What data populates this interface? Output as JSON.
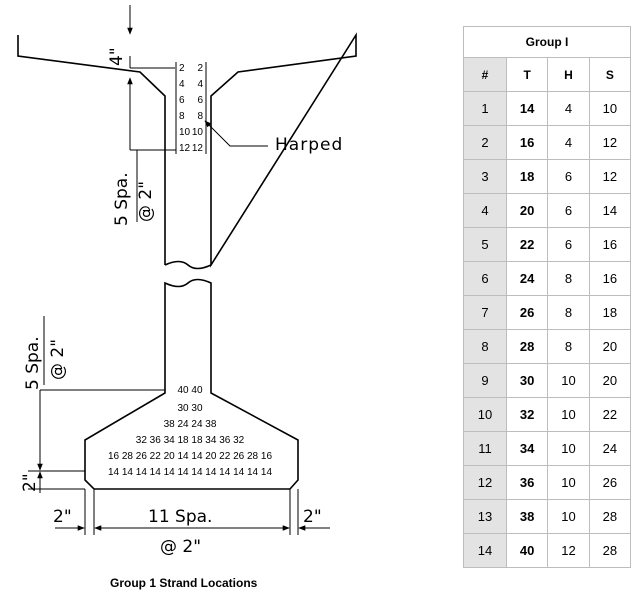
{
  "diagram": {
    "harped_label": "Harped",
    "dim_top": "4\"",
    "dim_top_spa": "5 Spa.",
    "dim_top_at": "@ 2\"",
    "dim_bot_spa": "5 Spa.",
    "dim_bot_at": "@ 2\"",
    "dim_bot_2": "2\"",
    "dim_left_2": "2\"",
    "dim_right_2": "2\"",
    "dim_base_spa": "11 Spa.",
    "dim_base_at": "@ 2\"",
    "top_left_col": [
      "2",
      "4",
      "6",
      "8",
      "10",
      "12"
    ],
    "top_right_col": [
      "2",
      "4",
      "6",
      "8",
      "10",
      "12"
    ],
    "bottom_rows": [
      "40 40",
      "30 30",
      "38 24 24 38",
      "32 36 34 18 18 34 36 32",
      "16 28 26 22 20 14 14 20 22 26 28 16",
      "14 14 14 14 14 14 14 14 14 14 14 14"
    ]
  },
  "caption": "Group 1 Strand Locations",
  "table": {
    "title": "Group I",
    "headers": [
      "#",
      "T",
      "H",
      "S"
    ],
    "rows": [
      [
        "1",
        "14",
        "4",
        "10"
      ],
      [
        "2",
        "16",
        "4",
        "12"
      ],
      [
        "3",
        "18",
        "6",
        "12"
      ],
      [
        "4",
        "20",
        "6",
        "14"
      ],
      [
        "5",
        "22",
        "6",
        "16"
      ],
      [
        "6",
        "24",
        "8",
        "16"
      ],
      [
        "7",
        "26",
        "8",
        "18"
      ],
      [
        "8",
        "28",
        "8",
        "20"
      ],
      [
        "9",
        "30",
        "10",
        "20"
      ],
      [
        "10",
        "32",
        "10",
        "22"
      ],
      [
        "11",
        "34",
        "10",
        "24"
      ],
      [
        "12",
        "36",
        "10",
        "26"
      ],
      [
        "13",
        "38",
        "10",
        "28"
      ],
      [
        "14",
        "40",
        "12",
        "28"
      ]
    ]
  }
}
